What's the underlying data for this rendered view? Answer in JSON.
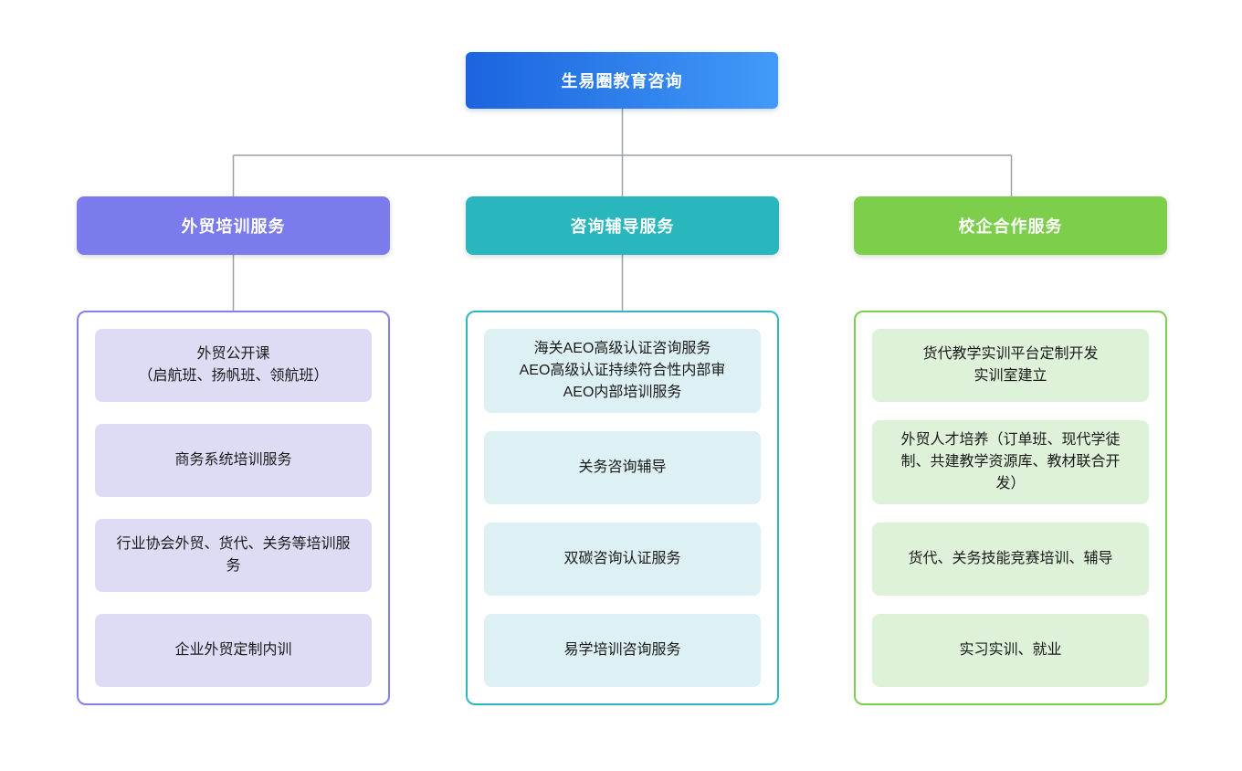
{
  "root": {
    "label": "生易圈教育咨询",
    "gradient_from": "#1B64DE",
    "gradient_to": "#429AF8",
    "text_color": "#FFFFFF"
  },
  "connector_color": "#99A1AB",
  "background_color": "#FFFFFF",
  "columns": [
    {
      "header": "外贸培训服务",
      "colors": {
        "header_bg": "#7B7BEE",
        "panel_border": "#8081EF",
        "item_bg": "#DEDCF5"
      },
      "items": [
        "外贸公开课\n（启航班、扬帆班、领航班）",
        "商务系统培训服务",
        "行业协会外贸、货代、关务等培训服务",
        "企业外贸定制内训"
      ]
    },
    {
      "header": "咨询辅导服务",
      "colors": {
        "header_bg": "#29B7BD",
        "panel_border": "#2CB8BE",
        "item_bg": "#DDF0F3"
      },
      "items": [
        "海关AEO高级认证咨询服务\nAEO高级认证持续符合性内部审\nAEO内部培训服务",
        "关务咨询辅导",
        "双碳咨询认证服务",
        "易学培训咨询服务"
      ]
    },
    {
      "header": "校企合作服务",
      "colors": {
        "header_bg": "#7DCE4B",
        "panel_border": "#7ECF4D",
        "item_bg": "#DDF2D9"
      },
      "items": [
        "货代教学实训平台定制开发\n实训室建立",
        "外贸人才培养（订单班、现代学徒制、共建教学资源库、教材联合开发）",
        "货代、关务技能竞赛培训、辅导",
        "实习实训、就业"
      ]
    }
  ]
}
